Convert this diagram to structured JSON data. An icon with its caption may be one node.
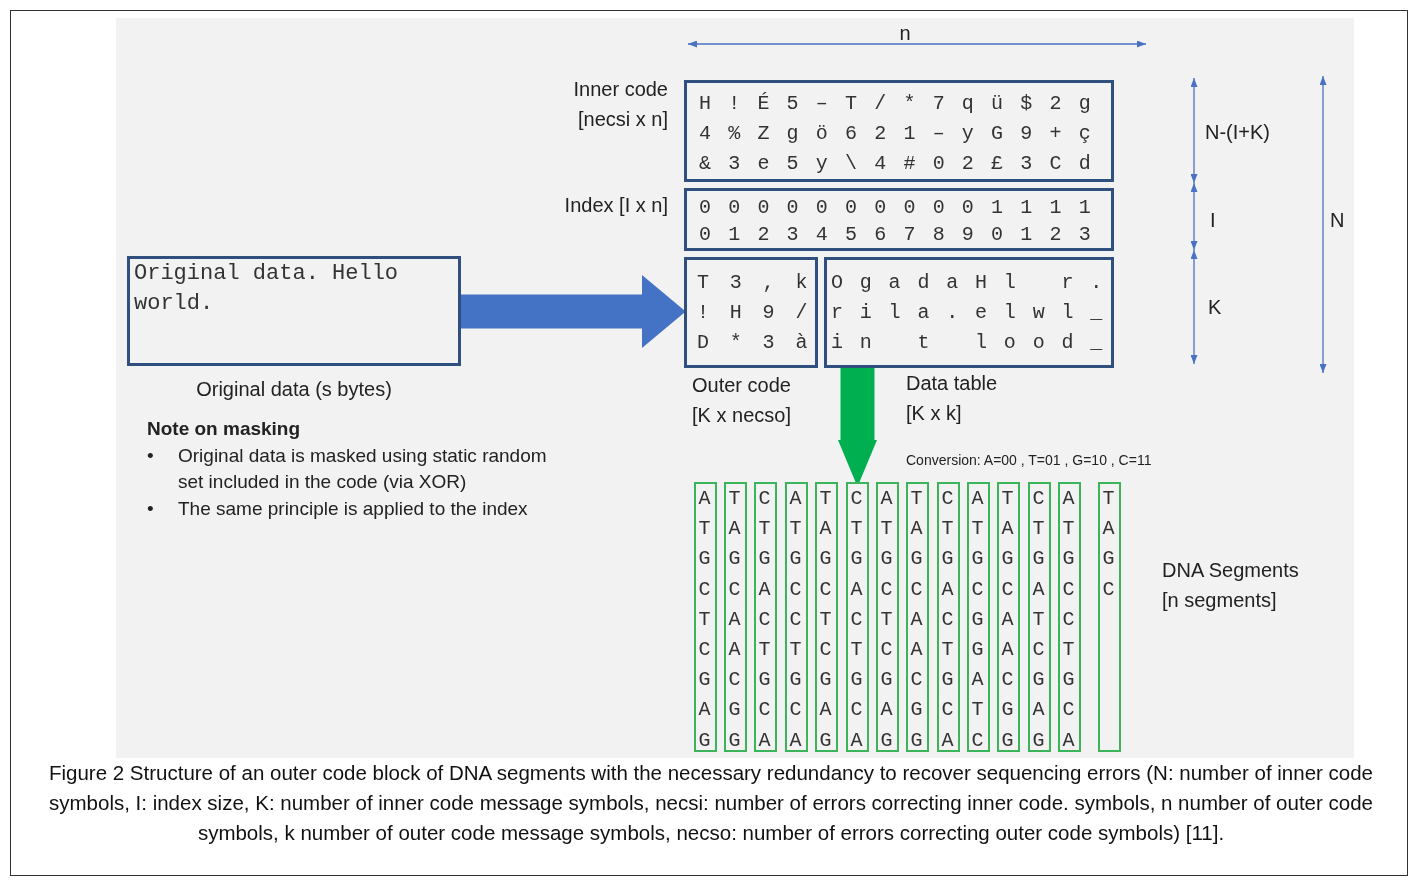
{
  "diagram": {
    "caption": "Figure 2 Structure of an outer code block of DNA segments with the necessary redundancy to recover sequencing errors (N: number of inner code symbols, I: index size, K: number of inner code message symbols, necsi: number of errors correcting inner code. symbols, n number of outer code symbols, k number of outer code message symbols, necso: number of errors correcting outer code symbols) [11].",
    "nodes": [
      {
        "text": [
          "Original data. Hello world."
        ],
        "beside": [
          "Original data (s bytes)"
        ]
      },
      {
        "text": [
          "H ! É 5 – T / * 7 q ü $ 2 g",
          "4 % Z g ö 6 2 1 – y G 9 + ç",
          "& 3 e 5 y \\ 4 # 0 2 £ 3 C d"
        ],
        "beside": [
          "Inner code [necsi x n]"
        ]
      },
      {
        "text": [
          "0 0 0 0 0 0 0 0 0 0 1 1 1 1",
          "0 1 2 3 4 5 6 7 8 9 0 1 2 3"
        ],
        "beside": [
          "Index [I x n]"
        ]
      },
      {
        "text": [
          "T 3 , k",
          "! H 9 /",
          "D * 3 à"
        ],
        "beside": [
          "Outer code [K x necso]"
        ]
      },
      {
        "text": [
          "O g a d a H l   r .",
          "r i l a . e l w l _",
          "i n   t   l o o d _"
        ],
        "beside": [
          "Data table [K x k]"
        ]
      },
      {
        "text": [
          "A T G C T C G A G"
        ]
      },
      {
        "text": [
          "T A G C A A C G G"
        ]
      },
      {
        "text": [
          "C T G A C T G C A"
        ]
      },
      {
        "text": [
          "A T G C C T G C A"
        ]
      },
      {
        "text": [
          "T A G C T C G A G"
        ]
      },
      {
        "text": [
          "C T G A C T G C A"
        ]
      },
      {
        "text": [
          "A T G C T C G A G"
        ]
      },
      {
        "text": [
          "T A G C A A C G G"
        ]
      },
      {
        "text": [
          "C T G A C T G C A"
        ]
      },
      {
        "text": [
          "A T G C G G A T C"
        ]
      },
      {
        "text": [
          "T A G C A A C G G"
        ]
      },
      {
        "text": [
          "C T G A T C G A G"
        ]
      },
      {
        "text": [
          "A T G C C T G C A"
        ]
      },
      {
        "text": [
          "T A G C"
        ]
      }
    ],
    "edges": [
      {
        "from": 0,
        "to": 3,
        "arrow": "to",
        "style": "thick",
        "color": "#4472c4"
      },
      {
        "from": 4,
        "to": 10,
        "arrow": "to",
        "style": "thick",
        "color": "#00b050"
      }
    ],
    "labels": [
      "n",
      "N-(I+K)",
      "N",
      "I",
      "K",
      "Note on masking",
      "•",
      "Original data is masked using static random set included in the code (via XOR)",
      "•",
      "The same principle is applied to the index",
      "Conversion:  A=00 , T=01 , G=10 , C=11",
      "DNA Segments [n segments]"
    ]
  }
}
